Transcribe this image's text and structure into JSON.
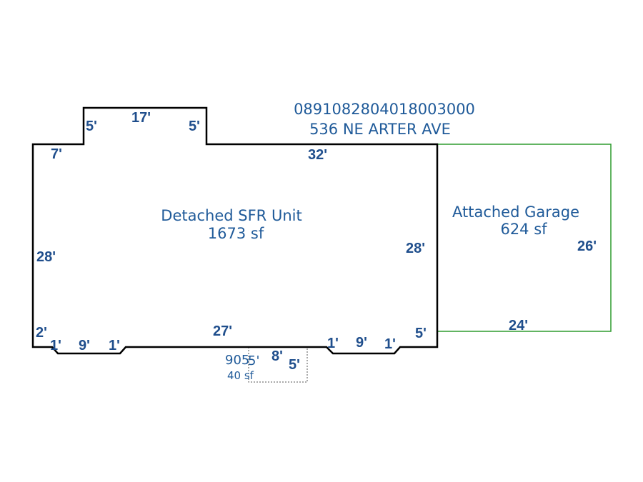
{
  "header": {
    "parcel_number": "0891082804018003000",
    "address": "536 NE ARTER AVE"
  },
  "areas": {
    "house": {
      "name": "Detached SFR Unit",
      "area": "1673 sf"
    },
    "garage": {
      "name": "Attached Garage",
      "area": "624 sf"
    },
    "porch": {
      "code": "905",
      "area": "40 sf"
    }
  },
  "dimensions": {
    "bump_left": "5'",
    "bump_top": "17'",
    "bump_right": "5'",
    "top_left": "7'",
    "top_main": "32'",
    "left_side": "28'",
    "right_side": "28'",
    "bottom_left_step": "2'",
    "bl_chamfer_1": "1'",
    "bl_run": "9'",
    "bl_chamfer_2": "1'",
    "bottom_mid": "27'",
    "br_chamfer_1": "1'",
    "br_run": "9'",
    "br_chamfer_2": "1'",
    "bottom_right_step": "5'",
    "garage_side": "26'",
    "garage_bottom": "24'",
    "porch_width": "8'",
    "porch_left": "5'",
    "porch_right": "5'"
  },
  "colors": {
    "house_outline": "#000000",
    "garage_outline": "#2e9b2e",
    "label_text": "#1f5a99",
    "dimension_text": "#1f4e8c"
  }
}
